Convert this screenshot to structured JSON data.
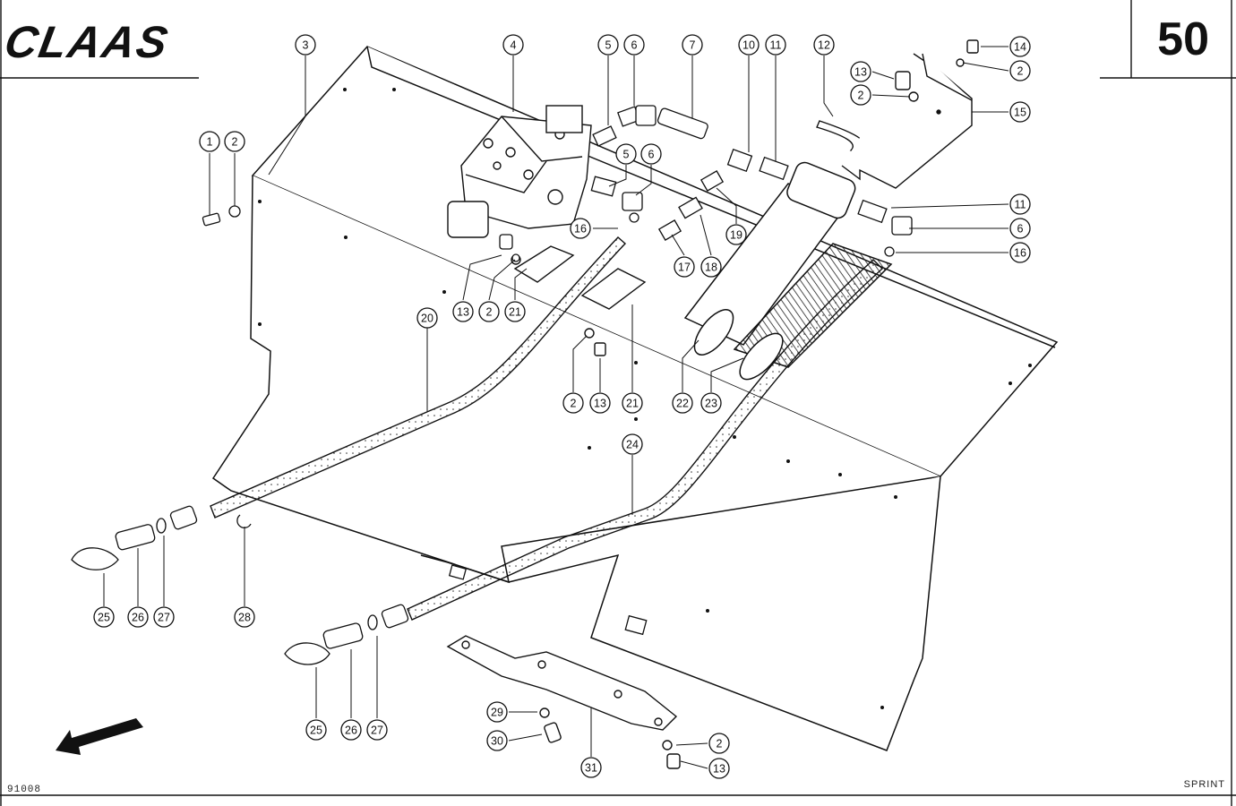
{
  "header": {
    "brand": "CLAAS",
    "page_number": "50"
  },
  "footer": {
    "drawing_code": "91008",
    "model": "SPRINT"
  },
  "callouts": [
    {
      "n": "1"
    },
    {
      "n": "2"
    },
    {
      "n": "3"
    },
    {
      "n": "4"
    },
    {
      "n": "5"
    },
    {
      "n": "6"
    },
    {
      "n": "7"
    },
    {
      "n": "10"
    },
    {
      "n": "11"
    },
    {
      "n": "12"
    },
    {
      "n": "13"
    },
    {
      "n": "2"
    },
    {
      "n": "14"
    },
    {
      "n": "2"
    },
    {
      "n": "15"
    },
    {
      "n": "5"
    },
    {
      "n": "6"
    },
    {
      "n": "16"
    },
    {
      "n": "17"
    },
    {
      "n": "18"
    },
    {
      "n": "19"
    },
    {
      "n": "11"
    },
    {
      "n": "6"
    },
    {
      "n": "16"
    },
    {
      "n": "13"
    },
    {
      "n": "2"
    },
    {
      "n": "21"
    },
    {
      "n": "20"
    },
    {
      "n": "2"
    },
    {
      "n": "13"
    },
    {
      "n": "21"
    },
    {
      "n": "22"
    },
    {
      "n": "23"
    },
    {
      "n": "24"
    },
    {
      "n": "25"
    },
    {
      "n": "26"
    },
    {
      "n": "27"
    },
    {
      "n": "28"
    },
    {
      "n": "25"
    },
    {
      "n": "26"
    },
    {
      "n": "27"
    },
    {
      "n": "29"
    },
    {
      "n": "30"
    },
    {
      "n": "31"
    },
    {
      "n": "2"
    },
    {
      "n": "13"
    }
  ]
}
